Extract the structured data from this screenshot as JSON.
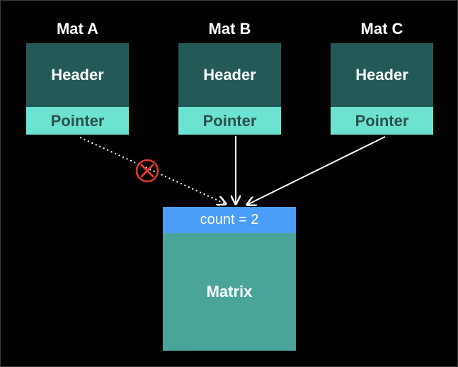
{
  "colors": {
    "background": "#000000",
    "header_fill": "#235a57",
    "pointer_fill": "#6be3d0",
    "pointer_text": "#2f4f4c",
    "count_fill": "#4a9ef7",
    "matrix_fill": "#4aa49a",
    "arrow": "#ffffff",
    "invalid_mark": "#e23b2e"
  },
  "mats": [
    {
      "title": "Mat A",
      "header": "Header",
      "pointer": "Pointer",
      "link": "invalid"
    },
    {
      "title": "Mat B",
      "header": "Header",
      "pointer": "Pointer",
      "link": "valid"
    },
    {
      "title": "Mat C",
      "header": "Header",
      "pointer": "Pointer",
      "link": "valid"
    }
  ],
  "matrix": {
    "count_label": "count = 2",
    "label": "Matrix"
  },
  "icons": {
    "invalid_link": "x-circle-icon"
  }
}
